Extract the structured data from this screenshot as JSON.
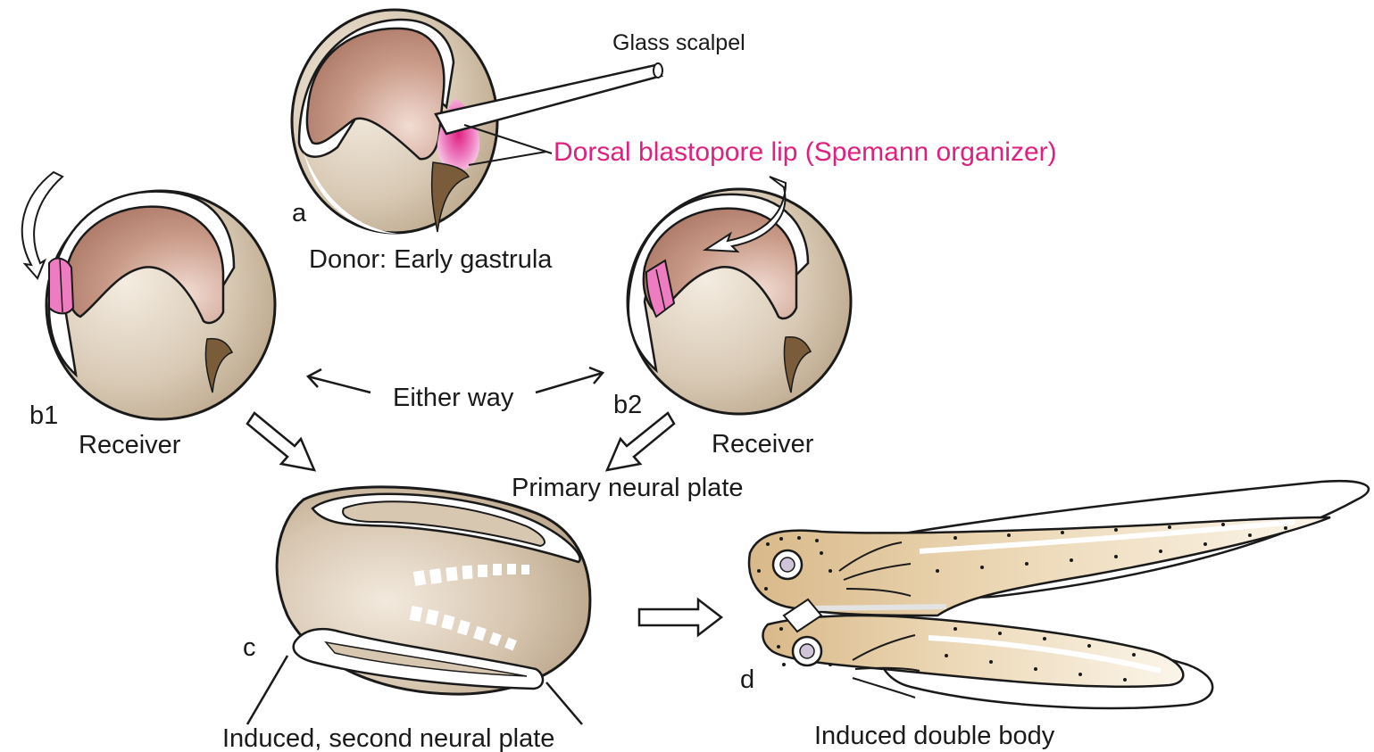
{
  "colors": {
    "yolk": "#d8c9b4",
    "yolk_dark": "#b7a286",
    "cavity": "#b98776",
    "cavity_light": "#e7c8bd",
    "organizer": "#ee7cc0",
    "organizer_deep": "#e0207f",
    "blastopore": "#7a5b3a",
    "label_highlight": "#e0207f",
    "tadpole": "#e2c79a",
    "outline": "#1a1a1a"
  },
  "labels": {
    "glass_scalpel": "Glass scalpel",
    "organizer": "Dorsal blastopore lip (Spemann organizer)",
    "panel_a": "a",
    "donor": "Donor: Early gastrula",
    "panel_b1": "b1",
    "receiver_1": "Receiver",
    "either_way": "Either way",
    "panel_b2": "b2",
    "receiver_2": "Receiver",
    "primary_neural_plate": "Primary neural plate",
    "panel_c": "c",
    "induced_second": "Induced, second neural plate",
    "panel_d": "d",
    "double_body": "Induced double body"
  }
}
